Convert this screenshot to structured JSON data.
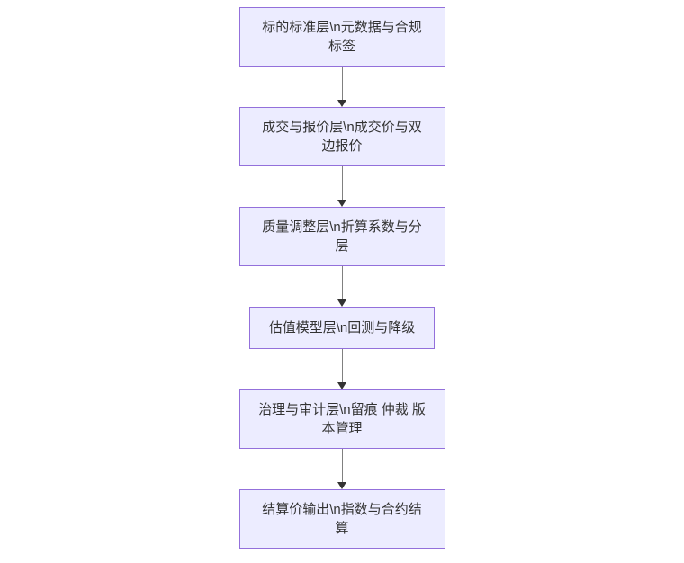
{
  "diagram": {
    "type": "flowchart",
    "direction": "top-down",
    "background": "#ffffff",
    "node_style": {
      "fill": "#ECECFF",
      "border": "#9370DB",
      "text_color": "#333333"
    },
    "edge_style": {
      "line_color": "#808080",
      "arrowhead_color": "#333333"
    },
    "nodes": [
      {
        "id": "target-standard-layer",
        "label": "标的标准层\\n元数据与合规标签"
      },
      {
        "id": "trade-quote-layer",
        "label": "成交与报价层\\n成交价与双边报价"
      },
      {
        "id": "quality-adjustment-layer",
        "label": "质量调整层\\n折算系数与分层"
      },
      {
        "id": "valuation-model-layer",
        "label": "估值模型层\\n回测与降级"
      },
      {
        "id": "governance-audit-layer",
        "label": "治理与审计层\\n留痕 仲裁 版本管理"
      },
      {
        "id": "settlement-output",
        "label": "结算价输出\\n指数与合约结算"
      }
    ],
    "edges": [
      {
        "from": "target-standard-layer",
        "to": "trade-quote-layer"
      },
      {
        "from": "trade-quote-layer",
        "to": "quality-adjustment-layer"
      },
      {
        "from": "quality-adjustment-layer",
        "to": "valuation-model-layer"
      },
      {
        "from": "valuation-model-layer",
        "to": "governance-audit-layer"
      },
      {
        "from": "governance-audit-layer",
        "to": "settlement-output"
      }
    ]
  }
}
